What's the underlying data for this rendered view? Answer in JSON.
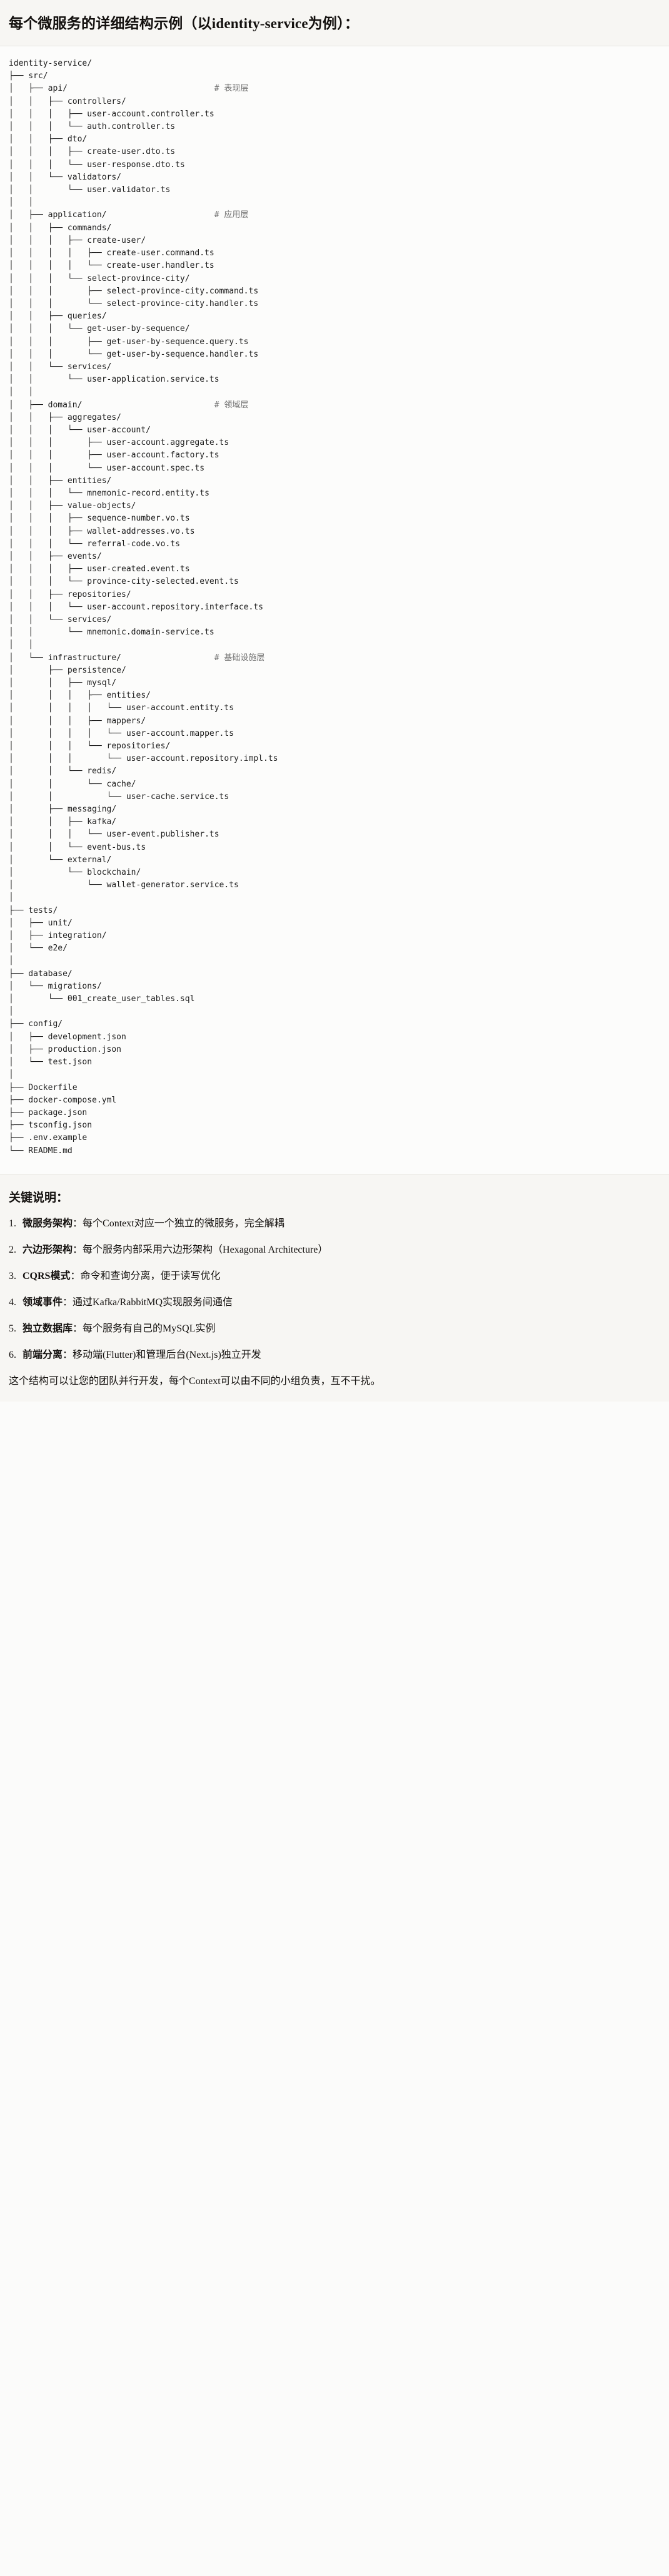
{
  "header": {
    "title": "每个微服务的详细结构示例（以identity-service为例）："
  },
  "tree": {
    "root": "identity-service/",
    "comment_column": 42,
    "comments": {
      "api": "# 表现层",
      "application": "# 应用层",
      "domain": "# 领域层",
      "infrastructure": "# 基础设施层"
    },
    "lines": [
      {
        "prefix": "",
        "label": "identity-service/",
        "comment": ""
      },
      {
        "prefix": "├── ",
        "label": "src/",
        "comment": ""
      },
      {
        "prefix": "│   ├── ",
        "label": "api/",
        "comment": "# 表现层"
      },
      {
        "prefix": "│   │   ├── ",
        "label": "controllers/",
        "comment": ""
      },
      {
        "prefix": "│   │   │   ├── ",
        "label": "user-account.controller.ts",
        "comment": ""
      },
      {
        "prefix": "│   │   │   └── ",
        "label": "auth.controller.ts",
        "comment": ""
      },
      {
        "prefix": "│   │   ├── ",
        "label": "dto/",
        "comment": ""
      },
      {
        "prefix": "│   │   │   ├── ",
        "label": "create-user.dto.ts",
        "comment": ""
      },
      {
        "prefix": "│   │   │   └── ",
        "label": "user-response.dto.ts",
        "comment": ""
      },
      {
        "prefix": "│   │   └── ",
        "label": "validators/",
        "comment": ""
      },
      {
        "prefix": "│   │       └── ",
        "label": "user.validator.ts",
        "comment": ""
      },
      {
        "prefix": "│   │",
        "label": "",
        "comment": ""
      },
      {
        "prefix": "│   ├── ",
        "label": "application/",
        "comment": "# 应用层"
      },
      {
        "prefix": "│   │   ├── ",
        "label": "commands/",
        "comment": ""
      },
      {
        "prefix": "│   │   │   ├── ",
        "label": "create-user/",
        "comment": ""
      },
      {
        "prefix": "│   │   │   │   ├── ",
        "label": "create-user.command.ts",
        "comment": ""
      },
      {
        "prefix": "│   │   │   │   └── ",
        "label": "create-user.handler.ts",
        "comment": ""
      },
      {
        "prefix": "│   │   │   └── ",
        "label": "select-province-city/",
        "comment": ""
      },
      {
        "prefix": "│   │   │       ├── ",
        "label": "select-province-city.command.ts",
        "comment": ""
      },
      {
        "prefix": "│   │   │       └── ",
        "label": "select-province-city.handler.ts",
        "comment": ""
      },
      {
        "prefix": "│   │   ├── ",
        "label": "queries/",
        "comment": ""
      },
      {
        "prefix": "│   │   │   └── ",
        "label": "get-user-by-sequence/",
        "comment": ""
      },
      {
        "prefix": "│   │   │       ├── ",
        "label": "get-user-by-sequence.query.ts",
        "comment": ""
      },
      {
        "prefix": "│   │   │       └── ",
        "label": "get-user-by-sequence.handler.ts",
        "comment": ""
      },
      {
        "prefix": "│   │   └── ",
        "label": "services/",
        "comment": ""
      },
      {
        "prefix": "│   │       └── ",
        "label": "user-application.service.ts",
        "comment": ""
      },
      {
        "prefix": "│   │",
        "label": "",
        "comment": ""
      },
      {
        "prefix": "│   ├── ",
        "label": "domain/",
        "comment": "# 领域层"
      },
      {
        "prefix": "│   │   ├── ",
        "label": "aggregates/",
        "comment": ""
      },
      {
        "prefix": "│   │   │   └── ",
        "label": "user-account/",
        "comment": ""
      },
      {
        "prefix": "│   │   │       ├── ",
        "label": "user-account.aggregate.ts",
        "comment": ""
      },
      {
        "prefix": "│   │   │       ├── ",
        "label": "user-account.factory.ts",
        "comment": ""
      },
      {
        "prefix": "│   │   │       └── ",
        "label": "user-account.spec.ts",
        "comment": ""
      },
      {
        "prefix": "│   │   ├── ",
        "label": "entities/",
        "comment": ""
      },
      {
        "prefix": "│   │   │   └── ",
        "label": "mnemonic-record.entity.ts",
        "comment": ""
      },
      {
        "prefix": "│   │   ├── ",
        "label": "value-objects/",
        "comment": ""
      },
      {
        "prefix": "│   │   │   ├── ",
        "label": "sequence-number.vo.ts",
        "comment": ""
      },
      {
        "prefix": "│   │   │   ├── ",
        "label": "wallet-addresses.vo.ts",
        "comment": ""
      },
      {
        "prefix": "│   │   │   └── ",
        "label": "referral-code.vo.ts",
        "comment": ""
      },
      {
        "prefix": "│   │   ├── ",
        "label": "events/",
        "comment": ""
      },
      {
        "prefix": "│   │   │   ├── ",
        "label": "user-created.event.ts",
        "comment": ""
      },
      {
        "prefix": "│   │   │   └── ",
        "label": "province-city-selected.event.ts",
        "comment": ""
      },
      {
        "prefix": "│   │   ├── ",
        "label": "repositories/",
        "comment": ""
      },
      {
        "prefix": "│   │   │   └── ",
        "label": "user-account.repository.interface.ts",
        "comment": ""
      },
      {
        "prefix": "│   │   └── ",
        "label": "services/",
        "comment": ""
      },
      {
        "prefix": "│   │       └── ",
        "label": "mnemonic.domain-service.ts",
        "comment": ""
      },
      {
        "prefix": "│   │",
        "label": "",
        "comment": ""
      },
      {
        "prefix": "│   └── ",
        "label": "infrastructure/",
        "comment": "# 基础设施层"
      },
      {
        "prefix": "│       ├── ",
        "label": "persistence/",
        "comment": ""
      },
      {
        "prefix": "│       │   ├── ",
        "label": "mysql/",
        "comment": ""
      },
      {
        "prefix": "│       │   │   ├── ",
        "label": "entities/",
        "comment": ""
      },
      {
        "prefix": "│       │   │   │   └── ",
        "label": "user-account.entity.ts",
        "comment": ""
      },
      {
        "prefix": "│       │   │   ├── ",
        "label": "mappers/",
        "comment": ""
      },
      {
        "prefix": "│       │   │   │   └── ",
        "label": "user-account.mapper.ts",
        "comment": ""
      },
      {
        "prefix": "│       │   │   └── ",
        "label": "repositories/",
        "comment": ""
      },
      {
        "prefix": "│       │   │       └── ",
        "label": "user-account.repository.impl.ts",
        "comment": ""
      },
      {
        "prefix": "│       │   └── ",
        "label": "redis/",
        "comment": ""
      },
      {
        "prefix": "│       │       └── ",
        "label": "cache/",
        "comment": ""
      },
      {
        "prefix": "│       │           └── ",
        "label": "user-cache.service.ts",
        "comment": ""
      },
      {
        "prefix": "│       ├── ",
        "label": "messaging/",
        "comment": ""
      },
      {
        "prefix": "│       │   ├── ",
        "label": "kafka/",
        "comment": ""
      },
      {
        "prefix": "│       │   │   └── ",
        "label": "user-event.publisher.ts",
        "comment": ""
      },
      {
        "prefix": "│       │   └── ",
        "label": "event-bus.ts",
        "comment": ""
      },
      {
        "prefix": "│       └── ",
        "label": "external/",
        "comment": ""
      },
      {
        "prefix": "│           └── ",
        "label": "blockchain/",
        "comment": ""
      },
      {
        "prefix": "│               └── ",
        "label": "wallet-generator.service.ts",
        "comment": ""
      },
      {
        "prefix": "│",
        "label": "",
        "comment": ""
      },
      {
        "prefix": "├── ",
        "label": "tests/",
        "comment": ""
      },
      {
        "prefix": "│   ├── ",
        "label": "unit/",
        "comment": ""
      },
      {
        "prefix": "│   ├── ",
        "label": "integration/",
        "comment": ""
      },
      {
        "prefix": "│   └── ",
        "label": "e2e/",
        "comment": ""
      },
      {
        "prefix": "│",
        "label": "",
        "comment": ""
      },
      {
        "prefix": "├── ",
        "label": "database/",
        "comment": ""
      },
      {
        "prefix": "│   └── ",
        "label": "migrations/",
        "comment": ""
      },
      {
        "prefix": "│       └── ",
        "label": "001_create_user_tables.sql",
        "comment": ""
      },
      {
        "prefix": "│",
        "label": "",
        "comment": ""
      },
      {
        "prefix": "├── ",
        "label": "config/",
        "comment": ""
      },
      {
        "prefix": "│   ├── ",
        "label": "development.json",
        "comment": ""
      },
      {
        "prefix": "│   ├── ",
        "label": "production.json",
        "comment": ""
      },
      {
        "prefix": "│   └── ",
        "label": "test.json",
        "comment": ""
      },
      {
        "prefix": "│",
        "label": "",
        "comment": ""
      },
      {
        "prefix": "├── ",
        "label": "Dockerfile",
        "comment": ""
      },
      {
        "prefix": "├── ",
        "label": "docker-compose.yml",
        "comment": ""
      },
      {
        "prefix": "├── ",
        "label": "package.json",
        "comment": ""
      },
      {
        "prefix": "├── ",
        "label": "tsconfig.json",
        "comment": ""
      },
      {
        "prefix": "├── ",
        "label": ".env.example",
        "comment": ""
      },
      {
        "prefix": "└── ",
        "label": "README.md",
        "comment": ""
      }
    ]
  },
  "notes": {
    "title": "关键说明：",
    "items": [
      {
        "term": "微服务架构",
        "sep": "：",
        "text": "每个Context对应一个独立的微服务，完全解耦"
      },
      {
        "term": "六边形架构",
        "sep": "：",
        "text": "每个服务内部采用六边形架构（Hexagonal Architecture）"
      },
      {
        "term": "CQRS模式",
        "sep": "：",
        "text": "命令和查询分离，便于读写优化"
      },
      {
        "term": "领域事件",
        "sep": "：",
        "text": "通过Kafka/RabbitMQ实现服务间通信"
      },
      {
        "term": "独立数据库",
        "sep": "：",
        "text": "每个服务有自己的MySQL实例"
      },
      {
        "term": "前端分离",
        "sep": "：",
        "text": "移动端(Flutter)和管理后台(Next.js)独立开发"
      }
    ],
    "footer": "这个结构可以让您的团队并行开发，每个Context可以由不同的小组负责，互不干扰。"
  }
}
